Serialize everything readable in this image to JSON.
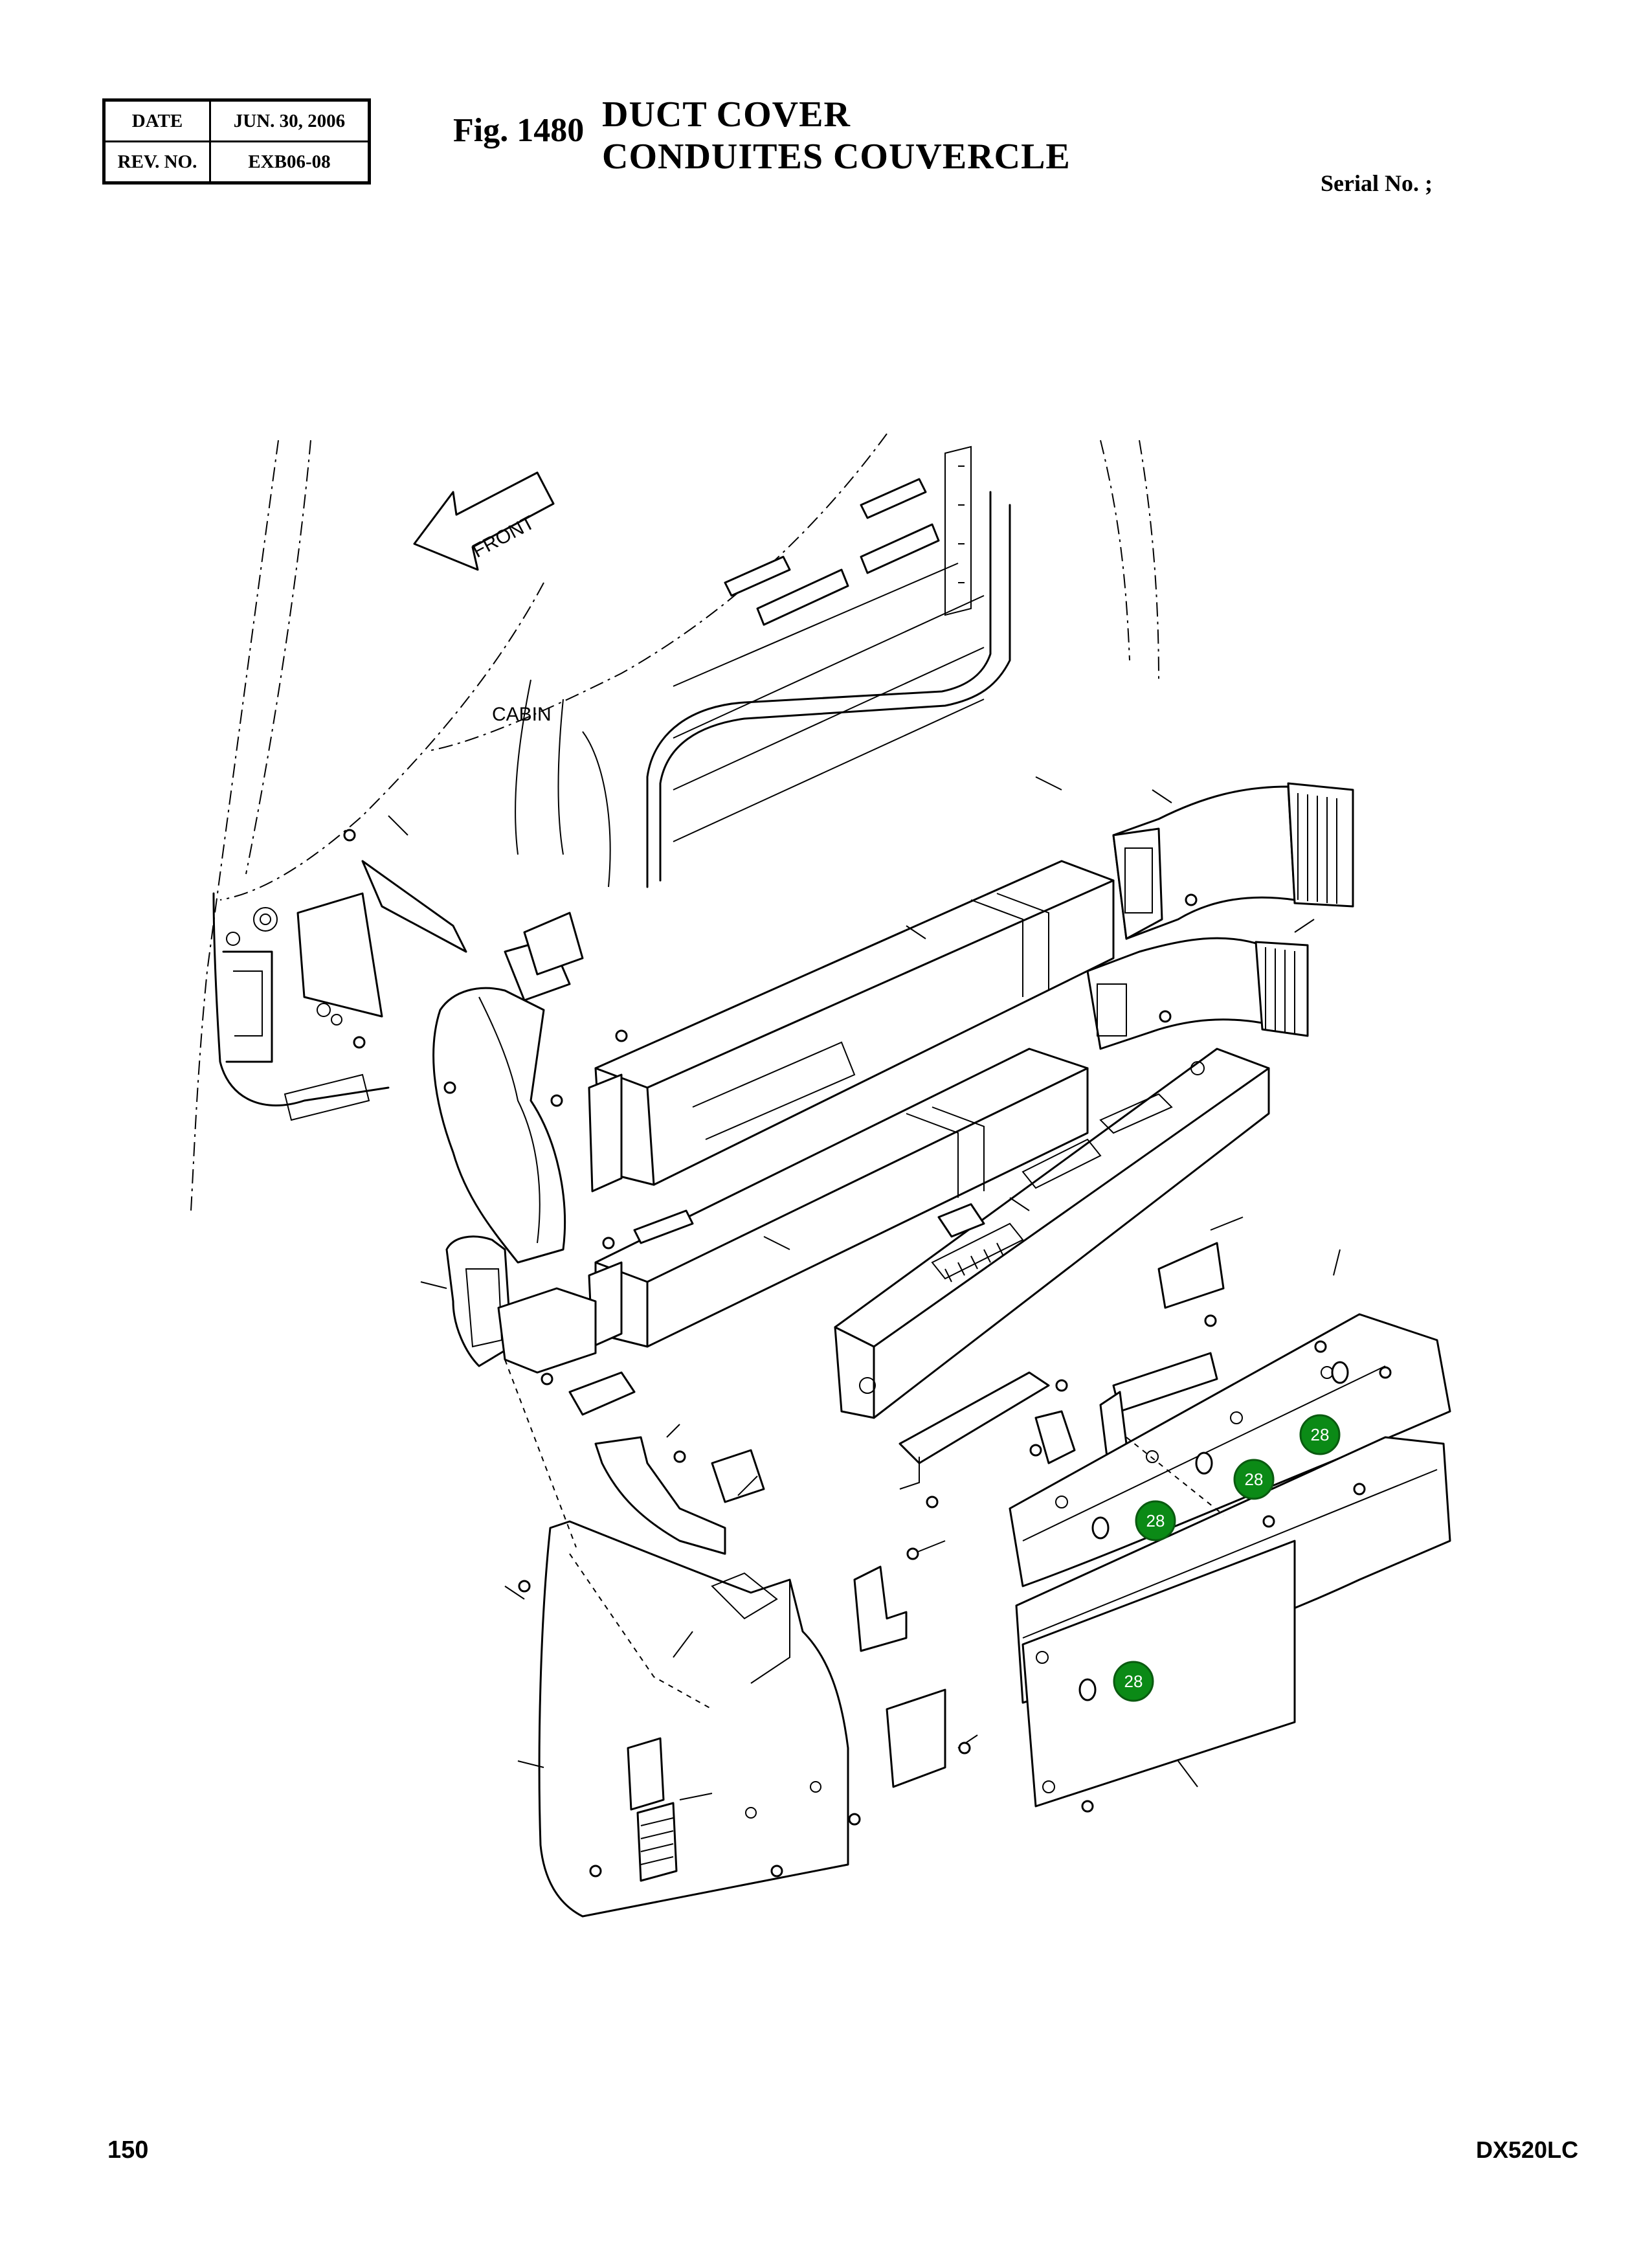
{
  "header": {
    "date_label": "DATE",
    "date_value": "JUN. 30, 2006",
    "rev_label": "REV. NO.",
    "rev_value": "EXB06-08"
  },
  "figure": {
    "number": "Fig. 1480",
    "title_en": "DUCT  COVER",
    "title_fr": "CONDUITES  COUVERCLE"
  },
  "serial_label": "Serial No. ;",
  "diagram": {
    "front_label": "FRONT",
    "cabin_label": "CABIN",
    "callouts": [
      "28",
      "28",
      "28",
      "28"
    ],
    "callout_color": "#0b8a16"
  },
  "footer": {
    "page_number": "150",
    "model": "DX520LC"
  }
}
